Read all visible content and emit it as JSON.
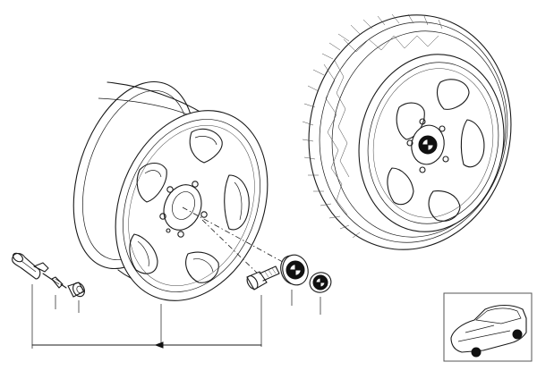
{
  "diagram": {
    "parts": [
      "alloy-rim",
      "complete-wheel-with-tire",
      "valve-stem",
      "valve-core",
      "valve-cap",
      "wheel-bolt",
      "hub-cap",
      "emblem-badge",
      "vehicle-locator-thumbnail"
    ],
    "colors": {
      "line": "#1a1a1a",
      "background": "#ffffff",
      "thumbnail_border": "#555555"
    },
    "icons": [
      "bmw-roundel-icon",
      "car-silhouette-icon"
    ]
  }
}
